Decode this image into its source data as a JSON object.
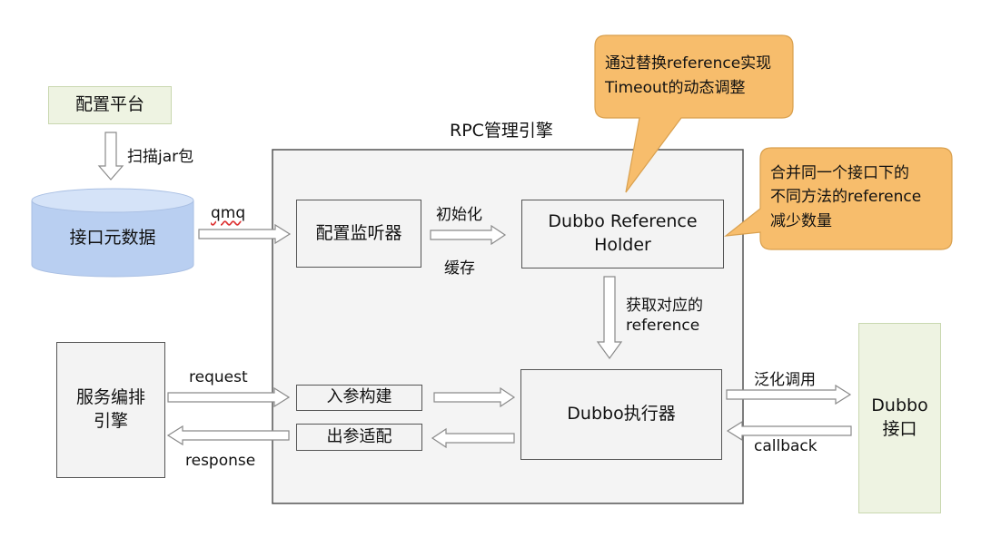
{
  "config_platform": "配置平台",
  "scan_label": "扫描jar包",
  "interface_metadata": "接口元数据",
  "qmq_label": "qmq",
  "rpc_engine_title": "RPC管理引擎",
  "config_listener": "配置监听器",
  "init_label": "初始化",
  "cache_label": "缓存",
  "holder_line1": "Dubbo Reference",
  "holder_line2": "Holder",
  "get_ref_line1": "获取对应的",
  "get_ref_line2": "reference",
  "callout_top_line1": "通过替换reference实现",
  "callout_top_line2": "Timeout的动态调整",
  "callout_right_line1": "合并同一个接口下的",
  "callout_right_line2": "不同方法的reference",
  "callout_right_line3": "减少数量",
  "orchestration_line1": "服务编排",
  "orchestration_line2": "引擎",
  "request_label": "request",
  "response_label": "response",
  "param_build": "入参构建",
  "param_adapt": "出参适配",
  "executor": "Dubbo执行器",
  "generic_call": "泛化调用",
  "callback_label": "callback",
  "dubbo_iface_line1": "Dubbo",
  "dubbo_iface_line2": "接口",
  "colors": {
    "green_fill": "#eef3e2",
    "green_border": "#c9d8b0",
    "cylinder_top": "#d5e3f8",
    "cylinder_body": "#b9cff1",
    "callout_fill": "#f7bd6c",
    "callout_border": "#d9a04e",
    "engine_fill": "#f4f4f4",
    "arrow_fill": "#ffffff",
    "arrow_stroke": "#8a8a8a"
  }
}
